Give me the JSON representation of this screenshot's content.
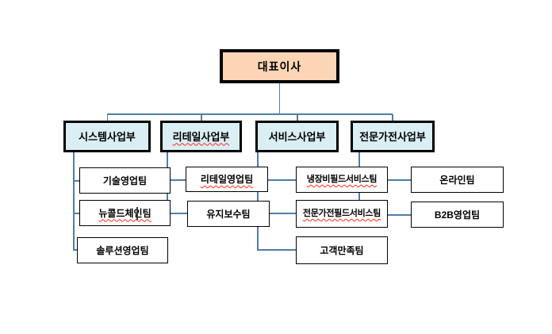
{
  "org_chart": {
    "root": {
      "label": "대표이사"
    },
    "departments": [
      {
        "label": "시스템사업부",
        "misspelled": false,
        "teams": [
          {
            "label": "기술영업팀",
            "misspelled": false
          },
          {
            "label": "뉴콜드체인팀",
            "misspelled": true,
            "has_text_caret": true
          },
          {
            "label": "솔루션영업팀",
            "misspelled": false
          }
        ]
      },
      {
        "label": "리테일사업부",
        "misspelled": true,
        "teams": [
          {
            "label": "리테일영업팀",
            "misspelled": true
          },
          {
            "label": "유지보수팀",
            "misspelled": false
          }
        ]
      },
      {
        "label": "서비스사업부",
        "misspelled": false,
        "teams": [
          {
            "label": "냉장비필드서비스팀",
            "misspelled": true
          },
          {
            "label": "전문가전필드서비스팀",
            "misspelled": true
          },
          {
            "label": "고객만족팀",
            "misspelled": false
          }
        ]
      },
      {
        "label": "전문가전사업부",
        "misspelled": false,
        "teams": [
          {
            "label": "온라인팀",
            "misspelled": false
          },
          {
            "label": "B2B영업팀",
            "misspelled": false
          }
        ]
      }
    ],
    "colors": {
      "root_fill": "#fcd5b4",
      "department_fill": "#daeef3",
      "team_fill": "#ffffff",
      "box_border": "#000000",
      "connector_line": "#507da8",
      "spellcheck_underline": "#ff2a1a",
      "background": "#ffffff"
    }
  }
}
